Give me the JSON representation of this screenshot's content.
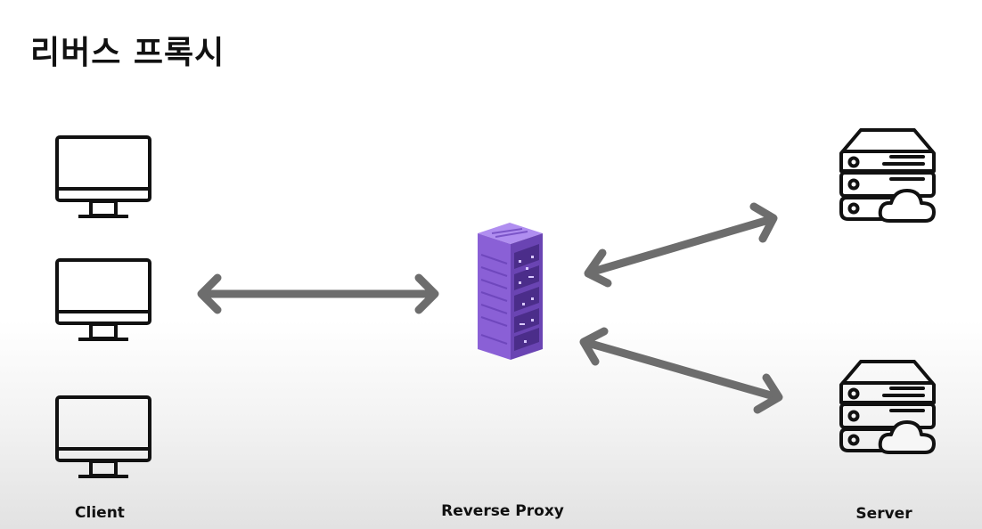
{
  "title": "리버스 프록시",
  "labels": {
    "client": "Client",
    "proxy": "Reverse Proxy",
    "server": "Server"
  },
  "icons": {
    "client": [
      "monitor-icon",
      "monitor-icon",
      "monitor-icon"
    ],
    "proxy": "server-rack-icon",
    "server": [
      "cloud-server-icon",
      "cloud-server-icon"
    ]
  },
  "colors": {
    "arrow": "#6d6d6d",
    "rack_front": "#8a60d6",
    "rack_side": "#6a44b3",
    "rack_top": "#b08ef0",
    "outline": "#111111"
  }
}
